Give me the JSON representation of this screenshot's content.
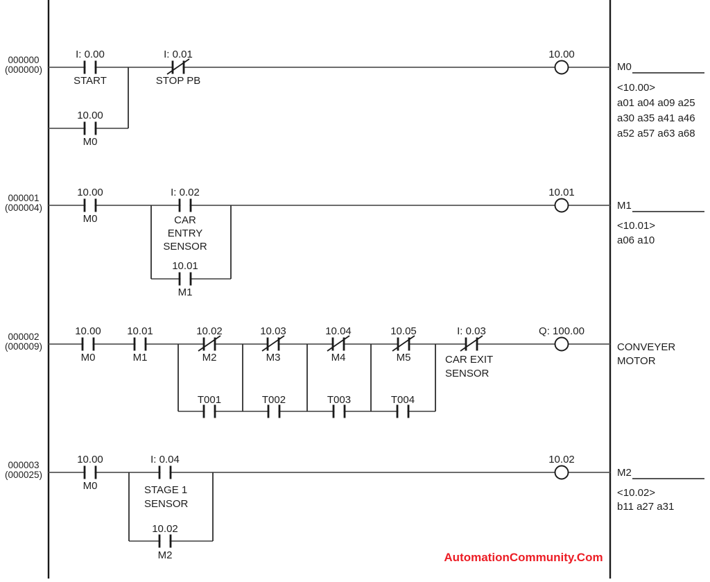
{
  "colors": {
    "wire": "#575757",
    "element": "#1a1a1a",
    "watermark": "#ec1d25"
  },
  "watermark": "AutomationCommunity.Com",
  "rungs": [
    {
      "number": "000000",
      "step": "(000000)",
      "c": {
        "start": {
          "addr": "I: 0.00",
          "label": "START"
        },
        "stop": {
          "addr": "I: 0.01",
          "label": "STOP PB"
        },
        "seal": {
          "addr": "10.00",
          "label": "M0"
        }
      },
      "coil": {
        "addr": "10.00"
      },
      "out": {
        "name": "M0",
        "tag": "<10.00>",
        "x1": "a01 a04 a09 a25",
        "x2": "a30 a35 a41 a46",
        "x3": "a52 a57 a63 a68"
      }
    },
    {
      "number": "000001",
      "step": "(000004)",
      "c": {
        "m0": {
          "addr": "10.00",
          "label": "M0"
        },
        "entry": {
          "addr": "I: 0.02",
          "l1": "CAR",
          "l2": "ENTRY",
          "l3": "SENSOR"
        },
        "seal": {
          "addr": "10.01",
          "label": "M1"
        }
      },
      "coil": {
        "addr": "10.01"
      },
      "out": {
        "name": "M1",
        "tag": "<10.01>",
        "x1": "a06 a10"
      }
    },
    {
      "number": "000002",
      "step": "(000009)",
      "c": {
        "m0": {
          "addr": "10.00",
          "label": "M0"
        },
        "m1": {
          "addr": "10.01",
          "label": "M1"
        },
        "m2": {
          "addr": "10.02",
          "label": "M2"
        },
        "m3": {
          "addr": "10.03",
          "label": "M3"
        },
        "m4": {
          "addr": "10.04",
          "label": "M4"
        },
        "m5": {
          "addr": "10.05",
          "label": "M5"
        },
        "t1": {
          "label": "T001"
        },
        "t2": {
          "label": "T002"
        },
        "t3": {
          "label": "T003"
        },
        "t4": {
          "label": "T004"
        },
        "exit": {
          "addr": "I: 0.03",
          "l1": "CAR EXIT",
          "l2": "SENSOR"
        }
      },
      "coil": {
        "addr": "Q: 100.00"
      },
      "out": {
        "name1": "CONVEYER",
        "name2": "MOTOR"
      }
    },
    {
      "number": "000003",
      "step": "(000025)",
      "c": {
        "m0": {
          "addr": "10.00",
          "label": "M0"
        },
        "stage": {
          "addr": "I: 0.04",
          "l1": "STAGE 1",
          "l2": "SENSOR"
        },
        "seal": {
          "addr": "10.02",
          "label": "M2"
        }
      },
      "coil": {
        "addr": "10.02"
      },
      "out": {
        "name": "M2",
        "tag": "<10.02>",
        "x1": "b11 a27 a31"
      }
    }
  ]
}
